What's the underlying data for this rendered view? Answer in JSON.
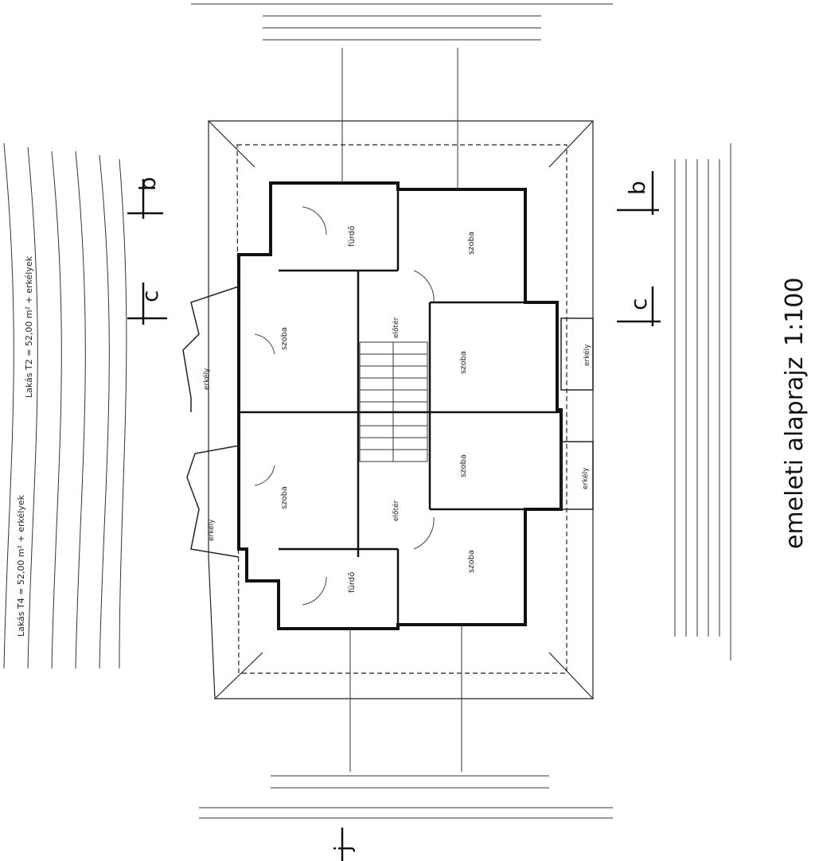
{
  "drawing": {
    "title": "emeleti alaprajz",
    "scale": "1:100",
    "section_marks": [
      "b",
      "b",
      "c",
      "c",
      "j"
    ],
    "unit_labels": [
      "Lakás T2 = 52,00 m² + erkélyek",
      "Lakás T4 = 52,00 m² + erkélyek"
    ],
    "rooms": [
      {
        "name": "szoba"
      },
      {
        "name": "szoba"
      },
      {
        "name": "szoba"
      },
      {
        "name": "szoba"
      },
      {
        "name": "szoba"
      },
      {
        "name": "szoba"
      },
      {
        "name": "fürdő"
      },
      {
        "name": "fürdő"
      },
      {
        "name": "erkély"
      },
      {
        "name": "erkély"
      },
      {
        "name": "erkély"
      },
      {
        "name": "erkély"
      },
      {
        "name": "előtér"
      },
      {
        "name": "előtér"
      }
    ]
  }
}
